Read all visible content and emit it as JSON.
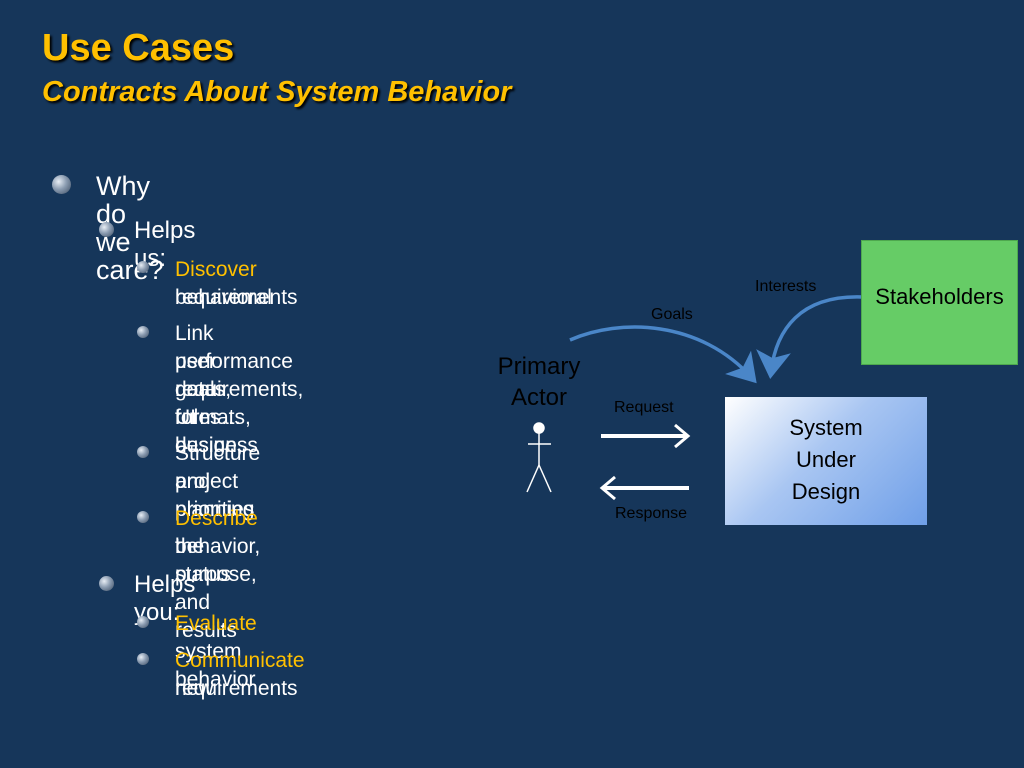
{
  "header": {
    "title": "Use Cases",
    "subtitle": "Contracts About System Behavior"
  },
  "bullets": {
    "why": "Why do we care?",
    "helps_us": "Helps us:",
    "discover_hl": "Discover",
    "discover_rest_1": "behavioral",
    "discover_rest_2": "requirements",
    "link_1": "Link user goals, UI design,",
    "link_2": "performance requirements,",
    "link_3": "data formats, business",
    "link_4": "rules…",
    "structure_1": "Structure project planning",
    "structure_2": "and priorities",
    "describe_hl": "Describe",
    "describe_rest_1": "the purpose,",
    "describe_rest_2": "behavior, status and results",
    "helps_you": "Helps you:",
    "evaluate_hl": "Evaluate",
    "evaluate_rest": "system behavior",
    "communicate_hl": "Communicate",
    "communicate_rest_1": "new",
    "communicate_rest_2": "requirements"
  },
  "diagram": {
    "stakeholders": "Stakeholders",
    "system_1": "System",
    "system_2": "Under",
    "system_3": "Design",
    "actor_1": "Primary",
    "actor_2": "Actor",
    "interests": "Interests",
    "goals": "Goals",
    "request": "Request",
    "response": "Response"
  },
  "colors": {
    "background": "#16365a",
    "accent": "#ffc000",
    "stakeholders_box": "#66cc66",
    "arrow": "#4a86c8"
  }
}
